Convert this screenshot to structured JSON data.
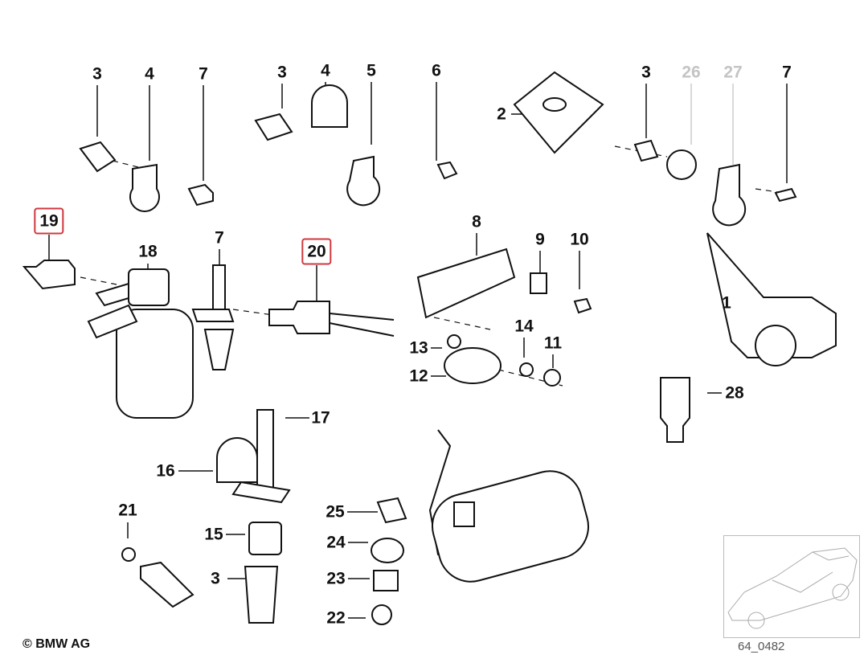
{
  "labels": [
    {
      "text": "3"
    },
    {
      "text": "4"
    },
    {
      "text": "7"
    },
    {
      "text": "3"
    },
    {
      "text": "4"
    },
    {
      "text": "5"
    },
    {
      "text": "6"
    },
    {
      "text": "2"
    },
    {
      "text": "3"
    },
    {
      "text": "26"
    },
    {
      "text": "27"
    },
    {
      "text": "7"
    },
    {
      "text": "19"
    },
    {
      "text": "18"
    },
    {
      "text": "7"
    },
    {
      "text": "20"
    },
    {
      "text": "8"
    },
    {
      "text": "9"
    },
    {
      "text": "10"
    },
    {
      "text": "1"
    },
    {
      "text": "13"
    },
    {
      "text": "14"
    },
    {
      "text": "11"
    },
    {
      "text": "12"
    },
    {
      "text": "28"
    },
    {
      "text": "17"
    },
    {
      "text": "16"
    },
    {
      "text": "21"
    },
    {
      "text": "25"
    },
    {
      "text": "15"
    },
    {
      "text": "24"
    },
    {
      "text": "3"
    },
    {
      "text": "23"
    },
    {
      "text": "22"
    }
  ],
  "copyright": "© BMW AG",
  "diagram_code": "64_0482",
  "colors": {
    "highlight": "#d0383e",
    "dimmed": "#c4c4c4"
  }
}
